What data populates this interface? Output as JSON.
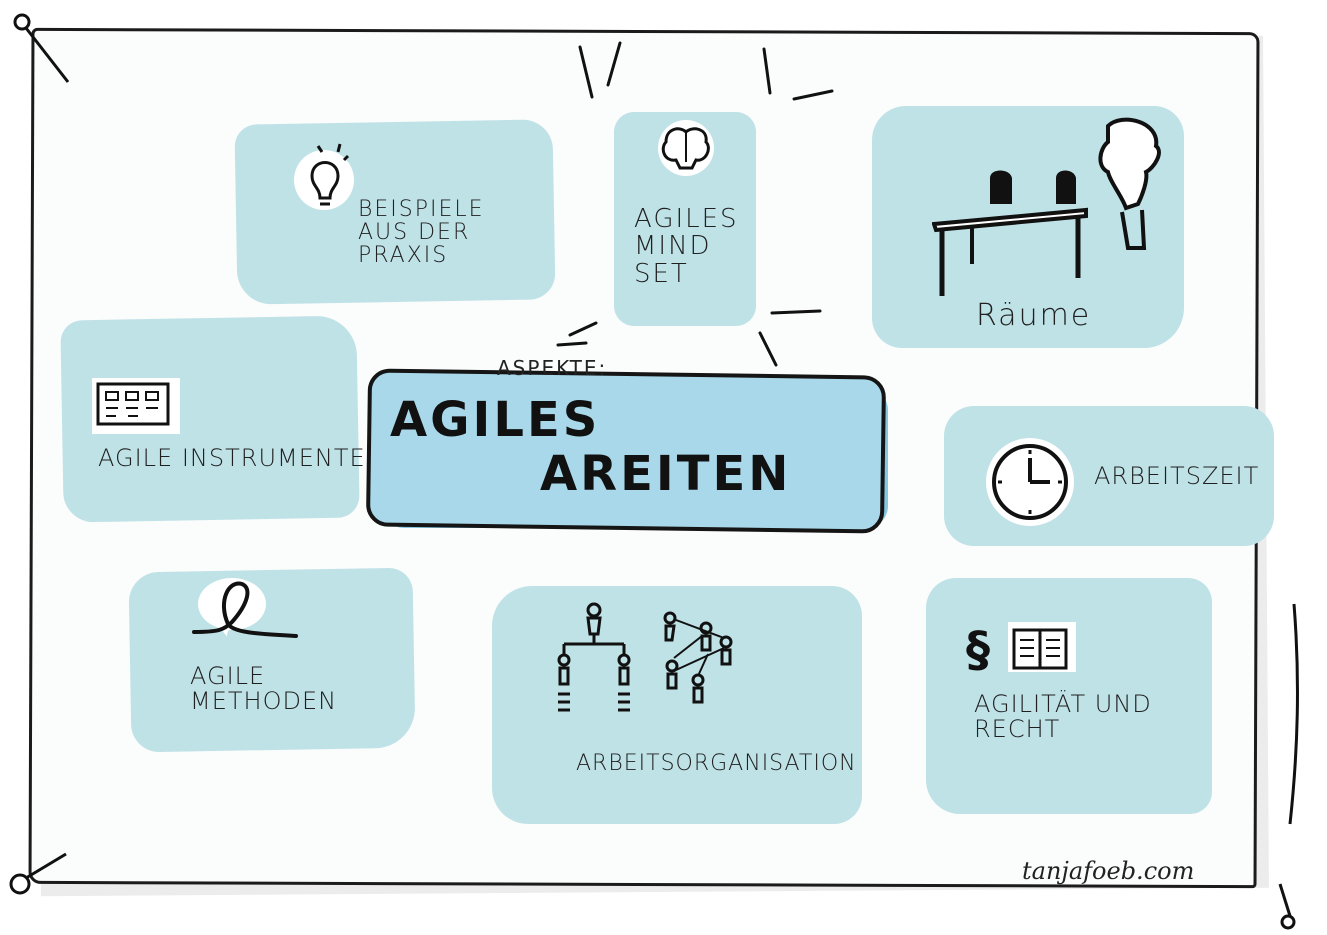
{
  "center": {
    "prefix": "ASPEKTE:",
    "title_line1": "AGILES",
    "title_line2": "AREITEN"
  },
  "topics": {
    "praxis": "BEISPIELE AUS DER PRAXIS",
    "mindset": "AGILES MIND SET",
    "raeume": "Räume",
    "instrumente": "AGILE INSTRUMENTE",
    "arbeitszeit": "ARBEITSZEIT",
    "methoden": "AGILE METHODEN",
    "organisation": "ARBEITSORGANISATION",
    "recht": "AGILITÄT UND RECHT"
  },
  "signature": "tanjafoeb.com",
  "colors": {
    "card": "#bfe2e7",
    "center": "#a8d8ea",
    "ink": "#151515"
  },
  "icons": {
    "praxis": "lightbulb-icon",
    "mindset": "brain-icon",
    "raeume": "desk-with-chairs-icon",
    "instrumente": "kanban-board-icon",
    "arbeitszeit": "clock-icon",
    "methoden": "loop-icon",
    "organisation": "org-chart-icon",
    "recht": "law-book-icon"
  }
}
